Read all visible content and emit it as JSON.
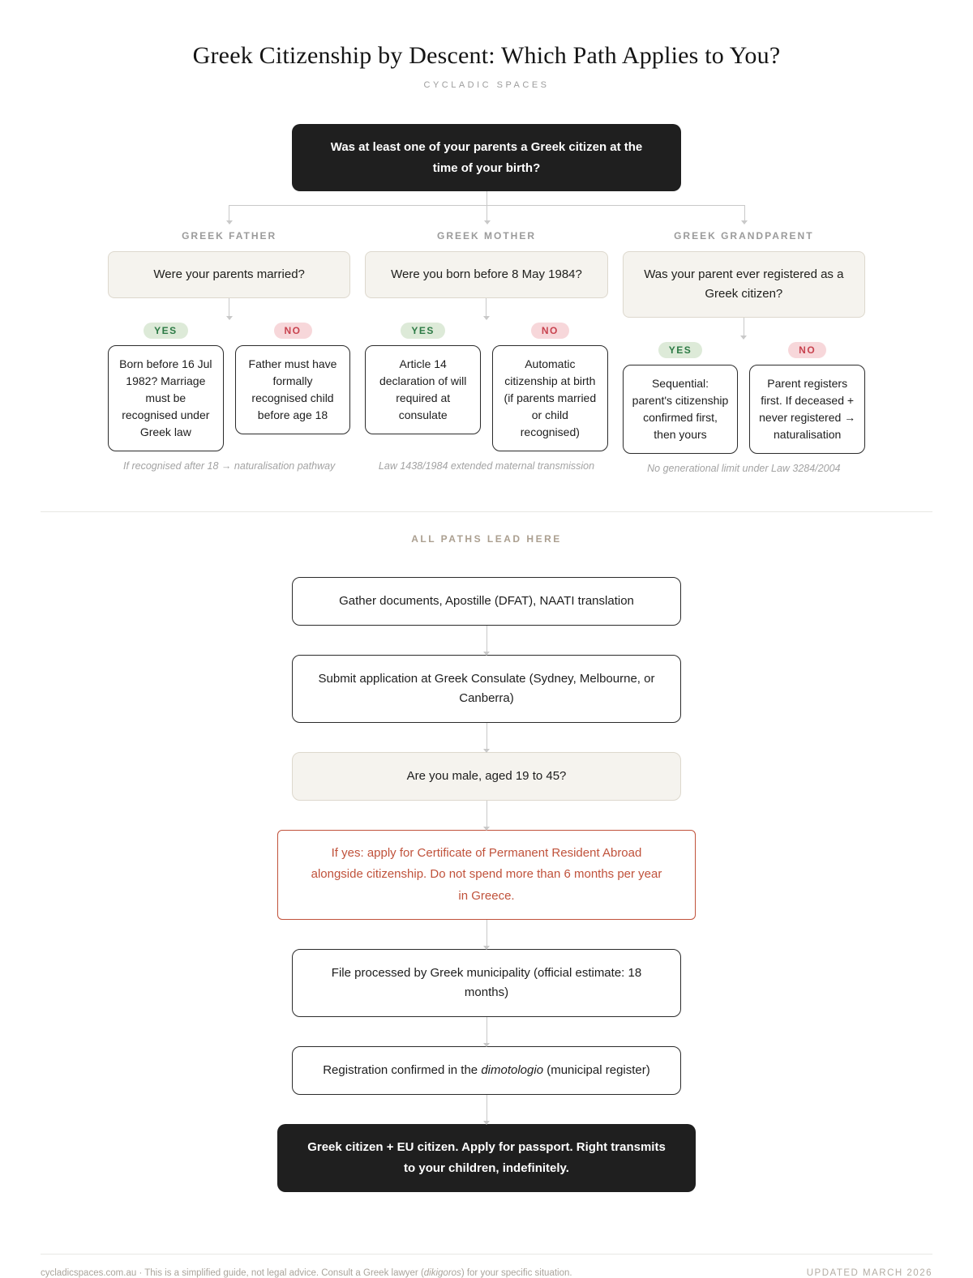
{
  "header": {
    "title": "Greek Citizenship by Descent: Which Path Applies to You?",
    "subtitle": "CYCLADIC SPACES"
  },
  "root_question": "Was at least one of your parents a Greek citizen at the time of your birth?",
  "badges": {
    "yes": "YES",
    "no": "NO"
  },
  "branches": [
    {
      "label": "GREEK FATHER",
      "question": "Were your parents married?",
      "yes_text": "Born before 16 Jul 1982? Marriage must be recognised under Greek law",
      "no_text": "Father must have formally recognised child before age 18",
      "footnote": "If recognised after 18 → naturalisation pathway"
    },
    {
      "label": "GREEK MOTHER",
      "question": "Were you born before 8 May 1984?",
      "yes_text": "Article 14 declaration of will required at consulate",
      "no_text": "Automatic citizenship at birth (if parents married or child recognised)",
      "footnote": "Law 1438/1984 extended maternal transmission"
    },
    {
      "label": "GREEK GRANDPARENT",
      "question": "Was your parent ever registered as a Greek citizen?",
      "yes_text": "Sequential: parent's citizenship confirmed first, then yours",
      "no_text": "Parent registers first. If deceased + never registered → naturalisation",
      "footnote": "No generational limit under Law 3284/2004"
    }
  ],
  "divider_label": "ALL PATHS LEAD HERE",
  "process": {
    "step1": "Gather documents, Apostille (DFAT), NAATI translation",
    "step2": "Submit application at Greek Consulate (Sydney, Melbourne, or Canberra)",
    "male_question": "Are you male, aged 19 to 45?",
    "warning": "If yes: apply for Certificate of Permanent Resident Abroad alongside citizenship. Do not spend more than 6 months per year in Greece.",
    "step5": "File processed by Greek municipality (official estimate: 18 months)",
    "registration": {
      "prefix": "Registration confirmed in the ",
      "italic": "dimotologio",
      "suffix": " (municipal register)"
    },
    "final": "Greek citizen + EU citizen. Apply for passport. Right transmits to your children, indefinitely."
  },
  "footer": {
    "note_prefix": "cycladicspaces.com.au · This is a simplified guide, not legal advice. Consult a Greek lawyer (",
    "note_italic": "dikigoros",
    "note_suffix": ") for your specific situation.",
    "updated": "UPDATED MARCH 2026"
  },
  "colors": {
    "dark": "#1f1f1f",
    "yes_bg": "#ddead8",
    "yes_text": "#2c7a45",
    "no_bg": "#f7d7da",
    "no_text": "#c8434f",
    "warning": "#c0523b",
    "beige": "#f5f3ee"
  }
}
